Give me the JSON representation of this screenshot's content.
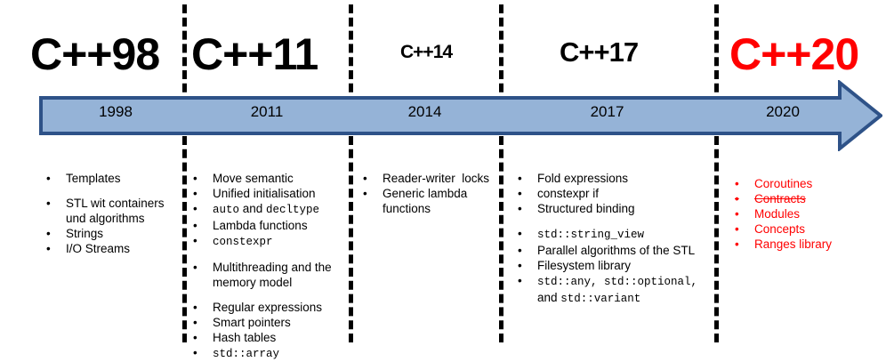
{
  "diagram": {
    "title": "C++ standards timeline",
    "colors": {
      "arrow_fill": "#95B3D7",
      "arrow_stroke": "#2E5288",
      "accent": "#ff0000",
      "text": "#000000"
    }
  },
  "eras": [
    {
      "id": "cpp98",
      "title": "C++98",
      "year": "1998",
      "accent": false,
      "items": [
        {
          "lines": [
            [
              {
                "t": "Templates",
                "code": false
              }
            ]
          ]
        },
        {
          "spacer": true
        },
        {
          "lines": [
            [
              {
                "t": "STL wit containers",
                "code": false
              }
            ],
            [
              {
                "t": "und algorithms",
                "code": false
              }
            ]
          ]
        },
        {
          "lines": [
            [
              {
                "t": "Strings",
                "code": false
              }
            ]
          ]
        },
        {
          "lines": [
            [
              {
                "t": "I/O Streams",
                "code": false
              }
            ]
          ]
        }
      ]
    },
    {
      "id": "cpp11",
      "title": "C++11",
      "year": "2011",
      "accent": false,
      "items": [
        {
          "lines": [
            [
              {
                "t": "Move semantic",
                "code": false
              }
            ]
          ]
        },
        {
          "lines": [
            [
              {
                "t": "Unified initialisation",
                "code": false
              }
            ]
          ]
        },
        {
          "lines": [
            [
              {
                "t": "auto",
                "code": true
              },
              {
                "t": " and ",
                "code": false
              },
              {
                "t": "decltype",
                "code": true
              }
            ]
          ]
        },
        {
          "lines": [
            [
              {
                "t": "Lambda functions",
                "code": false
              }
            ]
          ]
        },
        {
          "lines": [
            [
              {
                "t": "constexpr",
                "code": true
              }
            ]
          ]
        },
        {
          "spacer": true
        },
        {
          "lines": [
            [
              {
                "t": "Multithreading and the",
                "code": false
              }
            ],
            [
              {
                "t": "memory model",
                "code": false
              }
            ]
          ]
        },
        {
          "spacer": true
        },
        {
          "lines": [
            [
              {
                "t": "Regular expressions",
                "code": false
              }
            ]
          ]
        },
        {
          "lines": [
            [
              {
                "t": "Smart pointers",
                "code": false
              }
            ]
          ]
        },
        {
          "lines": [
            [
              {
                "t": "Hash tables",
                "code": false
              }
            ]
          ]
        },
        {
          "lines": [
            [
              {
                "t": "std::array",
                "code": true
              }
            ]
          ]
        }
      ]
    },
    {
      "id": "cpp14",
      "title": "C++14",
      "year": "2014",
      "accent": false,
      "items": [
        {
          "lines": [
            [
              {
                "t": "Reader-writer  locks",
                "code": false
              }
            ]
          ]
        },
        {
          "lines": [
            [
              {
                "t": "Generic lambda",
                "code": false
              }
            ],
            [
              {
                "t": "functions",
                "code": false
              }
            ]
          ]
        }
      ]
    },
    {
      "id": "cpp17",
      "title": "C++17",
      "year": "2017",
      "accent": false,
      "items": [
        {
          "lines": [
            [
              {
                "t": "Fold expressions",
                "code": false
              }
            ]
          ]
        },
        {
          "lines": [
            [
              {
                "t": "constexpr if",
                "code": false
              }
            ]
          ]
        },
        {
          "lines": [
            [
              {
                "t": "Structured binding",
                "code": false
              }
            ]
          ]
        },
        {
          "spacer": true
        },
        {
          "lines": [
            [
              {
                "t": "std::string_view",
                "code": true
              }
            ]
          ]
        },
        {
          "lines": [
            [
              {
                "t": "Parallel algorithms of the STL",
                "code": false
              }
            ]
          ]
        },
        {
          "lines": [
            [
              {
                "t": "Filesystem library",
                "code": false
              }
            ]
          ]
        },
        {
          "lines": [
            [
              {
                "t": "std::any, std::optional,",
                "code": true
              }
            ],
            [
              {
                "t": "and ",
                "code": false
              },
              {
                "t": "std::variant",
                "code": true
              }
            ]
          ]
        }
      ]
    },
    {
      "id": "cpp20",
      "title": "C++20",
      "year": "2020",
      "accent": true,
      "items": [
        {
          "lines": [
            [
              {
                "t": "Coroutines",
                "code": false
              }
            ]
          ]
        },
        {
          "struck": true,
          "lines": [
            [
              {
                "t": "Contracts",
                "code": false
              }
            ]
          ]
        },
        {
          "lines": [
            [
              {
                "t": "Modules",
                "code": false
              }
            ]
          ]
        },
        {
          "lines": [
            [
              {
                "t": "Concepts",
                "code": false
              }
            ]
          ]
        },
        {
          "lines": [
            [
              {
                "t": "Ranges library",
                "code": false
              }
            ]
          ]
        }
      ]
    }
  ],
  "bullet_glyph": "•"
}
